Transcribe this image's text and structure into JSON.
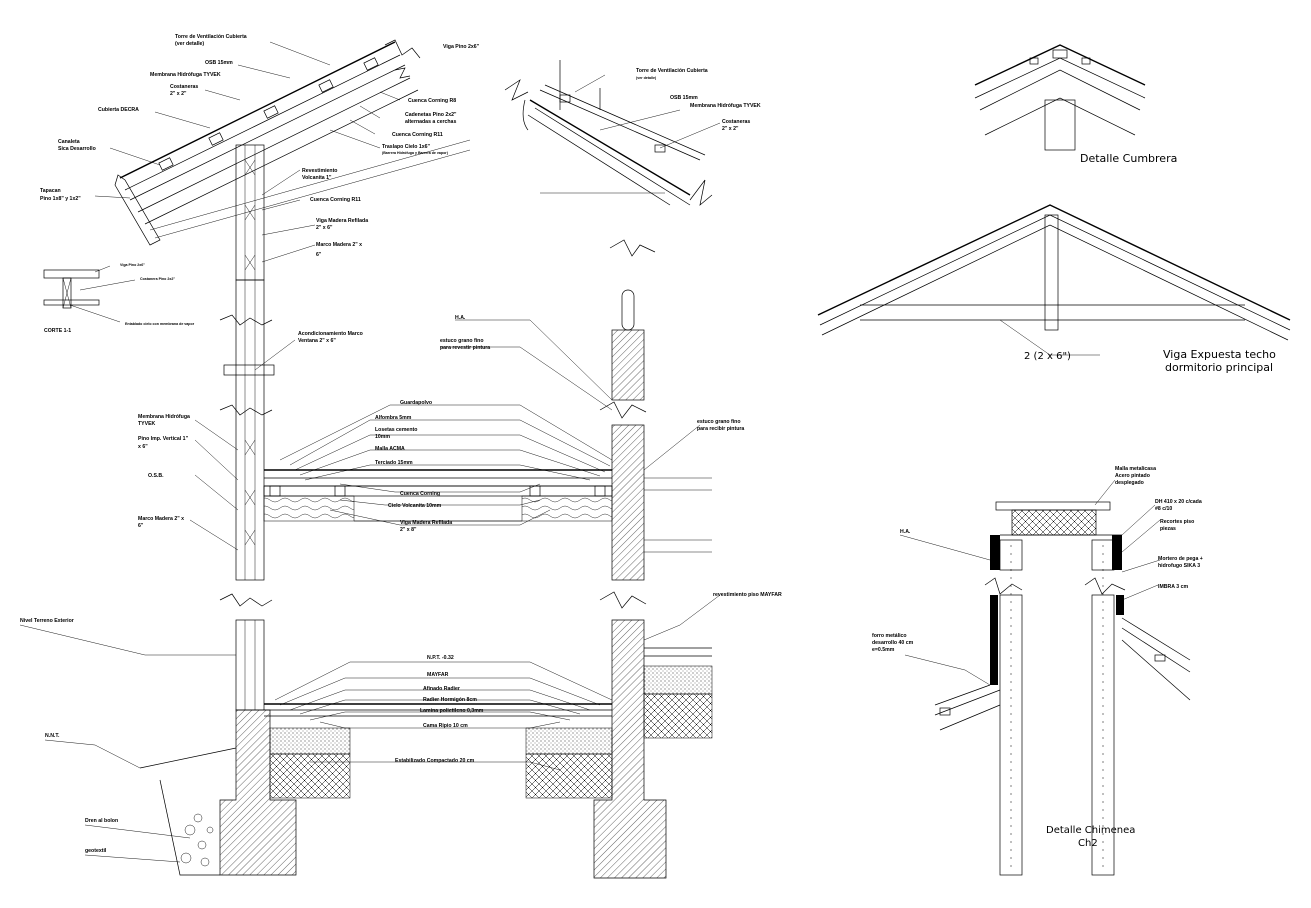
{
  "sheet": {
    "roof_section": {
      "labels": [
        "Torre de Ventilación Cubierta",
        "(ver detalle)",
        "Viga Pino 2x6\"",
        "OSB 15mm",
        "Membrana Hidrófuga TYVEK",
        "Costaneras",
        "2\" x 2\"",
        "Cubierta DECRA",
        "Canaleta",
        "Sica Desarrollo",
        "Tapacan",
        "Pino 1x8\" y 1x2\"",
        "Cuenca Corning R8",
        "Cadenetas Pino 2x2\"",
        "alternadas a cerchas",
        "Cuenca Corning R11",
        "Traslapo Cielo 1x6\"",
        "(Barrera Hidrófuga y Barrera de vapor)",
        "Revestimiento",
        "Volcanita 1\"",
        "Cuenca Corning R11",
        "Viga Madera Refilada",
        "2\" x 6\"",
        "Marco Madera 2\" x",
        "6\""
      ],
      "corte_label": "CORTE 1-1",
      "corte_notes": [
        "Viga Pino 2x6\"",
        "Costanera Pino 2x2\"",
        "Entablado cielo con membrana de vapor"
      ]
    },
    "roof_eave": {
      "labels": [
        "Torre de Ventilación Cubierta",
        "(ver detalle)",
        "OSB 15mm",
        "Membrana Hidrófuga TYVEK",
        "Costaneras",
        "2\" x 2\""
      ]
    },
    "wall_section": {
      "labels": [
        "Acondicionamiento Marco",
        "Ventana 2\" x 6\"",
        "Membrana Hidrófuga",
        "TYVEK",
        "Pino Imp. Vertical 1\"",
        "x 6\"",
        "O.S.B.",
        "Marco Madera 2\" x",
        "6\""
      ]
    },
    "floor_section": {
      "labels": [
        "Guardapolvo",
        "Alfombra 5mm",
        "Losetas cemento",
        "10mm",
        "Malla ACMA",
        "Terciado 15mm",
        "Cuenca Corning",
        "Cielo Volcanita 10mm",
        "Viga Madera Refilada",
        "2\" x 8\""
      ],
      "right_labels": [
        "H.A.",
        "estuco grano fino",
        "para revestir pintura",
        "estuco grano fino",
        "para recibir pintura"
      ]
    },
    "foundation_section": {
      "labels": [
        "Nivel Terreno Exterior",
        "N.P.T. -0.32",
        "MAYFAR",
        "Afinado Radier",
        "Radier Hormigón 8cm",
        "Lamina polietileno 0,3mm",
        "Cama Ripio 10 cm",
        "Estabilizado Compactado 20 cm",
        "revestimiento piso MAYFAR",
        "N.N.T.",
        "Dren al bolon",
        "geotextil"
      ]
    },
    "detalle_cumbrera": {
      "title": "Detalle Cumbrera"
    },
    "viga_expuesta": {
      "dimension_label": "2 (2 x 6\")",
      "title_line1": "Viga Expuesta techo",
      "title_line2": "dormitorio principal"
    },
    "detalle_chimenea": {
      "labels": [
        "H.A.",
        "Malla metalicasa",
        "Acero pintado",
        "desplegado",
        "DH 410 x 20 c/cada",
        "#8 c/10",
        "Recortes piso",
        "piezas",
        "Mortero de pega +",
        "hidrofugo SIKA 3",
        "IMBRA 3 cm",
        "forro metálico",
        "desarrollo 40 cm",
        "e=0.5mm"
      ],
      "title_line1": "Detalle Chimenea",
      "title_line2": "Ch2"
    }
  }
}
